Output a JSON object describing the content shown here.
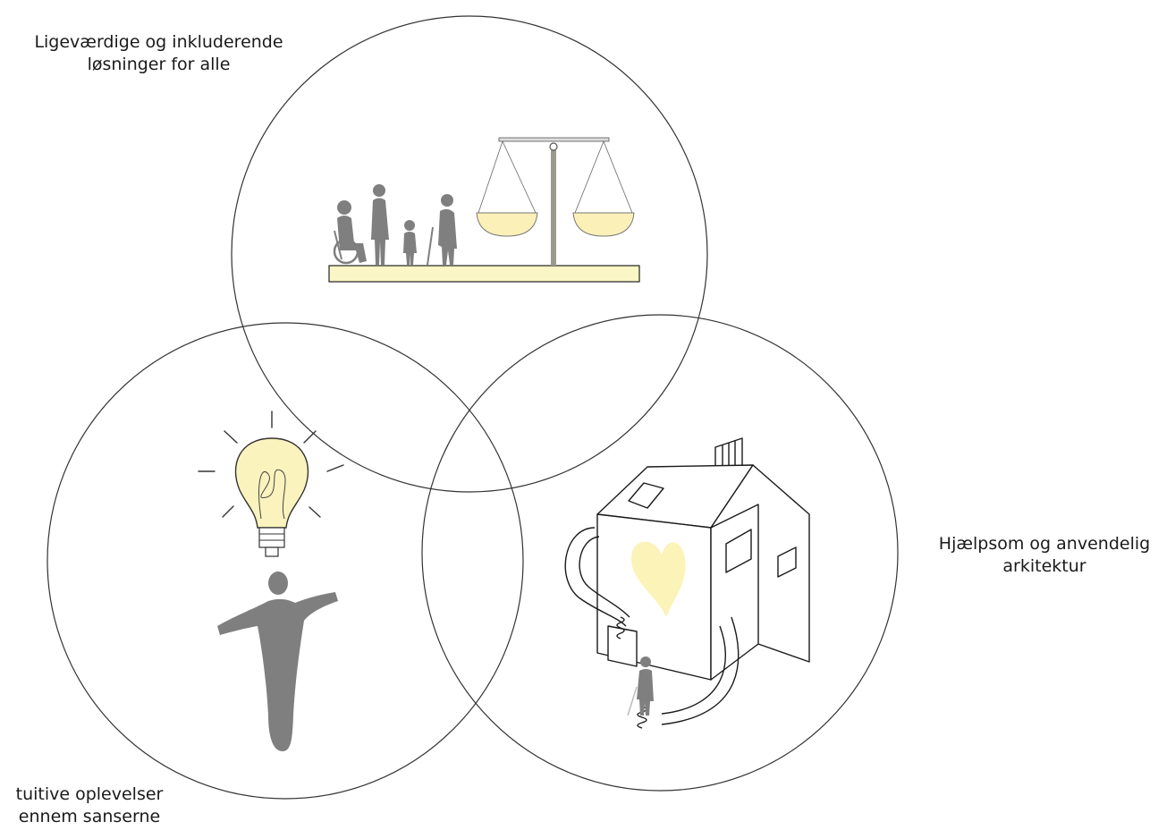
{
  "diagram": {
    "labels": {
      "top": {
        "line1": "Ligeværdige og inkluderende",
        "line2": "løsninger for alle"
      },
      "right": {
        "line1": "Hjælpsom og anvendelig",
        "line2": "arkitektur"
      },
      "left": {
        "line1": "tuitive oplevelser",
        "line2": "ennem sanserne"
      }
    },
    "icons": {
      "top": "equality-scale-with-people-icon",
      "right": "house-with-heart-icon",
      "left": "lightbulb-over-person-icon"
    },
    "colors": {
      "outline": "#333333",
      "figure": "#7f7f7f",
      "accent_fill": "#fbf6c5",
      "accent_stroke": "#d9cf78"
    }
  }
}
